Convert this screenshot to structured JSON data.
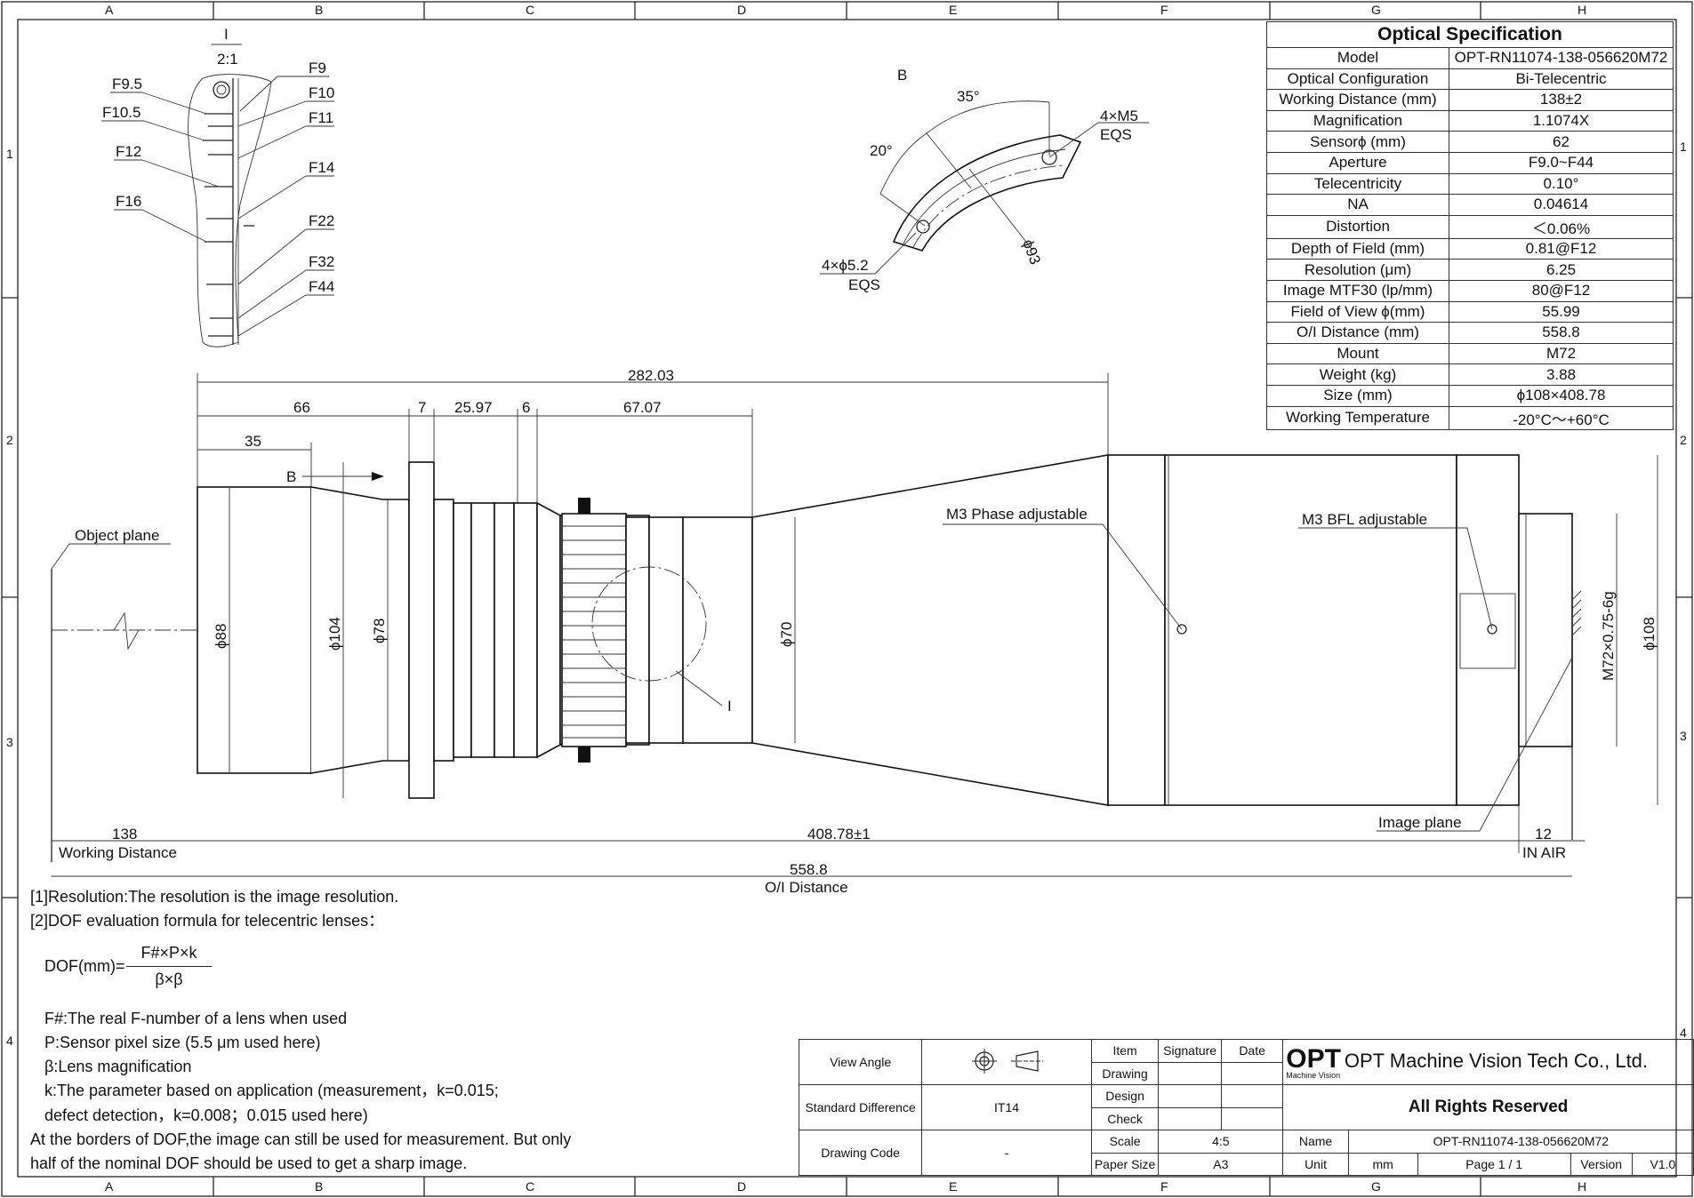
{
  "grid": {
    "columns": [
      "A",
      "B",
      "C",
      "D",
      "E",
      "F",
      "G",
      "H"
    ],
    "rows": [
      "1",
      "2",
      "3",
      "4"
    ]
  },
  "detail_view": {
    "label": "I",
    "scale": "2:1",
    "aperture_marks": [
      "F9",
      "F9.5",
      "F10",
      "F10.5",
      "F11",
      "F12",
      "F14",
      "F16",
      "F22",
      "F32",
      "F44"
    ]
  },
  "view_b": {
    "label": "B",
    "angle_1": "35°",
    "angle_2": "20°",
    "hole_1": "4×M5",
    "hole_1_note": "EQS",
    "hole_2": "4×ϕ5.2",
    "hole_2_note": "EQS",
    "diameter": "ϕ93"
  },
  "spec": {
    "title": "Optical Specification",
    "rows": [
      {
        "k": "Model",
        "v": "OPT-RN11074-138-056620M72"
      },
      {
        "k": "Optical Configuration",
        "v": "Bi-Telecentric"
      },
      {
        "k": "Working Distance (mm)",
        "v": "138±2"
      },
      {
        "k": "Magnification",
        "v": "1.1074X"
      },
      {
        "k": "Sensorϕ (mm)",
        "v": "62"
      },
      {
        "k": "Aperture",
        "v": "F9.0~F44"
      },
      {
        "k": "Telecentricity",
        "v": "0.10°"
      },
      {
        "k": "NA",
        "v": "0.04614"
      },
      {
        "k": "Distortion",
        "v": "＜0.06%"
      },
      {
        "k": "Depth of Field (mm)",
        "v": "0.81@F12"
      },
      {
        "k": "Resolution (μm)",
        "v": "6.25"
      },
      {
        "k": "Image MTF30 (lp/mm)",
        "v": "80@F12"
      },
      {
        "k": "Field of View ϕ(mm)",
        "v": "55.99"
      },
      {
        "k": "O/I Distance (mm)",
        "v": "558.8"
      },
      {
        "k": "Mount",
        "v": "M72"
      },
      {
        "k": "Weight (kg)",
        "v": "3.88"
      },
      {
        "k": "Size (mm)",
        "v": "ϕ108×408.78"
      },
      {
        "k": "Working Temperature",
        "v": "-20°C～+60°C"
      }
    ]
  },
  "dims": {
    "d282": "282.03",
    "d66": "66",
    "d7": "7",
    "d2597": "25.97",
    "d6": "6",
    "d6707": "67.07",
    "d35": "35",
    "b_label": "B",
    "dia88": "ϕ88",
    "dia104": "ϕ104",
    "dia78": "ϕ78",
    "dia70": "ϕ70",
    "dia108": "ϕ108",
    "thread": "M72×0.75-6g",
    "wd": "138",
    "wd_label": "Working Distance",
    "len": "408.78±1",
    "air": "12",
    "air_label": "IN AIR",
    "oi": "558.8",
    "oi_label": "O/I Distance",
    "detail_mark": "I"
  },
  "callouts": {
    "object_plane": "Object plane",
    "image_plane": "Image plane",
    "phase": "M3 Phase adjustable",
    "bfl": "M3 BFL adjustable"
  },
  "notes": {
    "n1": "[1]Resolution:The resolution is  the image resolution.",
    "n2": "[2]DOF evaluation formula for telecentric lenses：",
    "formula_lhs": "DOF(mm)=",
    "formula_num": "F#×P×k",
    "formula_den": "β×β",
    "n3": "F#:The real F-number of a lens when used",
    "n4": "P:Sensor pixel size (5.5 μm used here)",
    "n5": "β:Lens magnification",
    "n6": "k:The parameter based on application (measurement，k=0.015;",
    "n7": "defect detection，k=0.008；0.015 used here)",
    "n8": "At the borders of DOF,the image can still be used for measurement. But only",
    "n9": "half of the nominal DOF should be used to get a sharp image."
  },
  "title_block": {
    "view_angle": "View Angle",
    "std_diff": "Standard Difference",
    "std_val": "IT14",
    "drawing_code": "Drawing Code",
    "code_val": "-",
    "item": "Item",
    "signature": "Signature",
    "date": "Date",
    "drawing": "Drawing",
    "design": "Design",
    "check": "Check",
    "scale": "Scale",
    "scale_val": "4:5",
    "paper": "Paper Size",
    "paper_val": "A3",
    "logo": "OPT",
    "logo_sub": "Machine Vision",
    "company": "OPT Machine Vision Tech Co., Ltd.",
    "rights": "All Rights Reserved",
    "name": "Name",
    "name_val": "OPT-RN11074-138-056620M72",
    "unit": "Unit",
    "unit_val": "mm",
    "page": "Page  1 / 1",
    "version": "Version",
    "version_val": "V1.0"
  }
}
